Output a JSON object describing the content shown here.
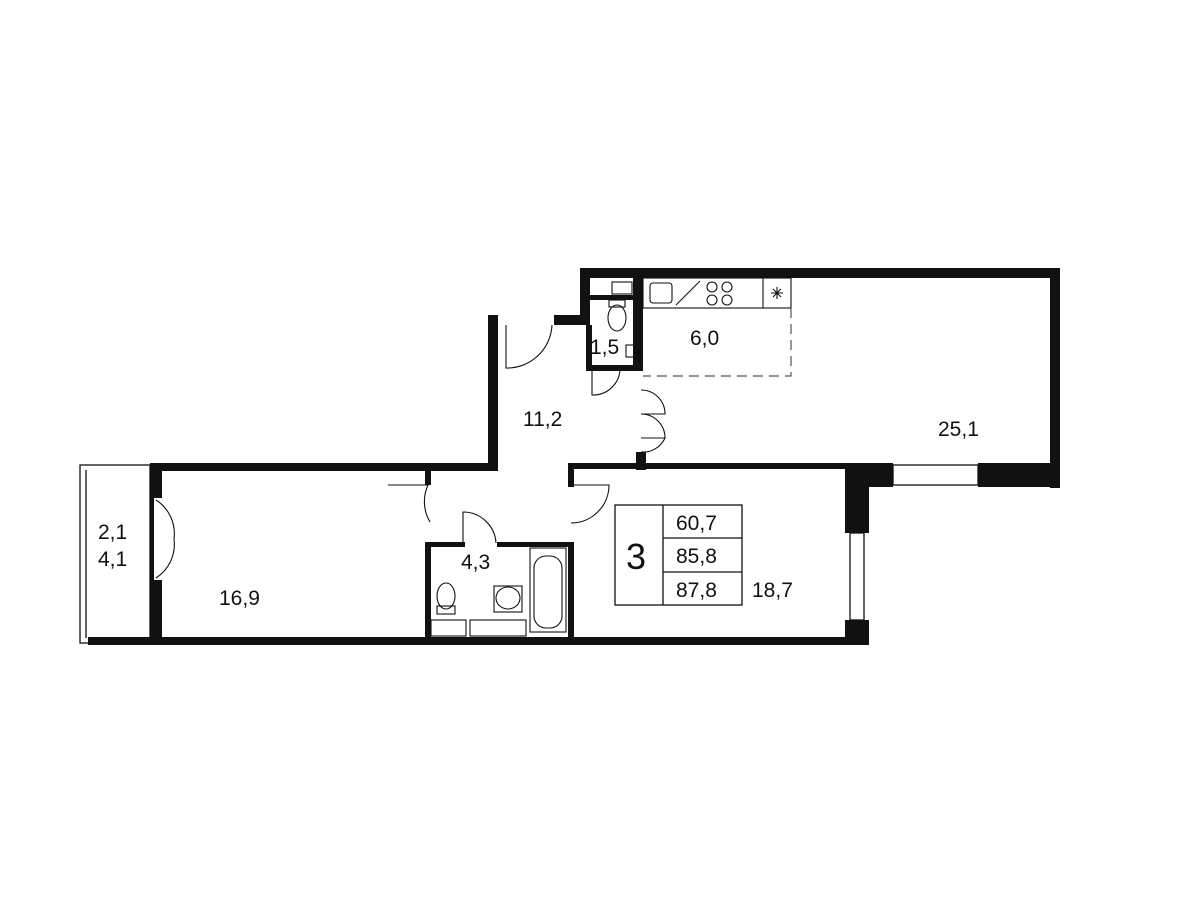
{
  "rooms": {
    "wc_small": "1,5",
    "kitchen_zone": "6,0",
    "hall": "11,2",
    "living": "25,1",
    "balcony_a": "2,1",
    "balcony_b": "4,1",
    "bathroom": "4,3",
    "bedroom_left": "16,9",
    "bedroom_right": "18,7"
  },
  "legend": {
    "rooms_count": "3",
    "area_living": "60,7",
    "area_total": "85,8",
    "area_total_with_balcony": "87,8"
  },
  "colors": {
    "wall": "#111111",
    "background": "#ffffff",
    "dashed": "#555555"
  }
}
